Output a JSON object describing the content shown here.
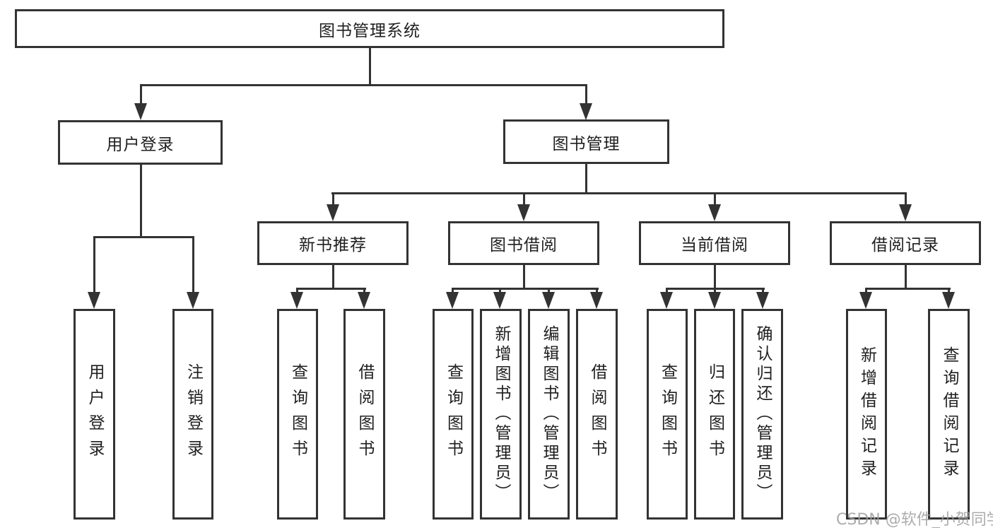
{
  "tree": {
    "root": {
      "label": "图书管理系统"
    },
    "children": [
      {
        "label": "用户登录",
        "children": [
          {
            "label": "用户登录"
          },
          {
            "label": "注销登录"
          }
        ]
      },
      {
        "label": "图书管理",
        "children": [
          {
            "label": "新书推荐",
            "children": [
              {
                "label": "查询图书"
              },
              {
                "label": "借阅图书"
              }
            ]
          },
          {
            "label": "图书借阅",
            "children": [
              {
                "label": "查询图书"
              },
              {
                "label": "新增图书（管理员）"
              },
              {
                "label": "编辑图书（管理员）"
              },
              {
                "label": "借阅图书"
              }
            ]
          },
          {
            "label": "当前借阅",
            "children": [
              {
                "label": "查询图书"
              },
              {
                "label": "归还图书"
              },
              {
                "label": "确认归还（管理员）"
              }
            ]
          },
          {
            "label": "借阅记录",
            "children": [
              {
                "label": "新增借阅记录"
              },
              {
                "label": "查询借阅记录"
              }
            ]
          }
        ]
      }
    ]
  },
  "watermark": {
    "text": "CSDN @软件_小贺同学"
  },
  "colors": {
    "line": "#333333",
    "text": "#1f1f1f",
    "background": "#ffffff",
    "watermark": "#9e9e9e"
  }
}
